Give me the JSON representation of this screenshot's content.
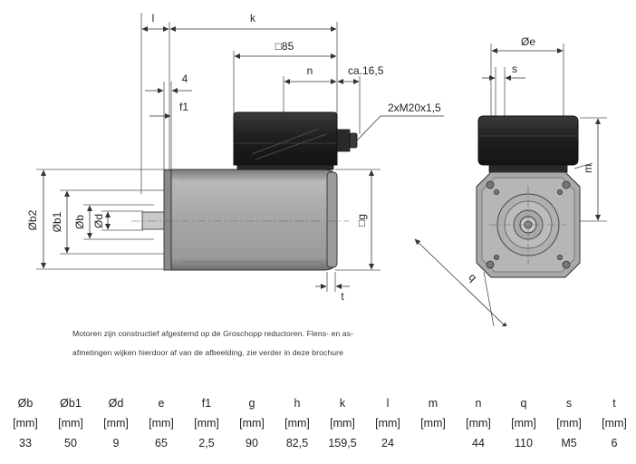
{
  "drawing_labels": {
    "l": "l",
    "k": "k",
    "sq85": "□85",
    "n": "n",
    "ca": "ca.16,5",
    "four": "4",
    "f1": "f1",
    "m20": "2xM20x1,5",
    "b2": "Øb2",
    "b1": "Øb1",
    "b": "Øb",
    "d": "Ød",
    "g": "□g",
    "t": "t",
    "e": "Øe",
    "s": "s",
    "m": "m",
    "q": "q"
  },
  "note": {
    "line1": "Motoren zijn constructief afgestemd op de Groschopp reductoren. Flens- en as-",
    "line2": "afmetingen wijken hierdoor af van de afbeelding, zie verder in deze brochure"
  },
  "table": {
    "headers": [
      "Øb",
      "Øb1",
      "Ød",
      "e",
      "f1",
      "g",
      "h",
      "k",
      "l",
      "m",
      "n",
      "q",
      "s",
      "t"
    ],
    "units": [
      "[mm]",
      "[mm]",
      "[mm]",
      "[mm]",
      "[mm]",
      "[mm]",
      "[mm]",
      "[mm]",
      "[mm]",
      "[mm]",
      "[mm]",
      "[mm]",
      "[mm]",
      "[mm]"
    ],
    "values": [
      "33",
      "50",
      "9",
      "65",
      "2,5",
      "90",
      "82,5",
      "159,5",
      "24",
      "",
      "44",
      "110",
      "M5",
      "6"
    ]
  }
}
